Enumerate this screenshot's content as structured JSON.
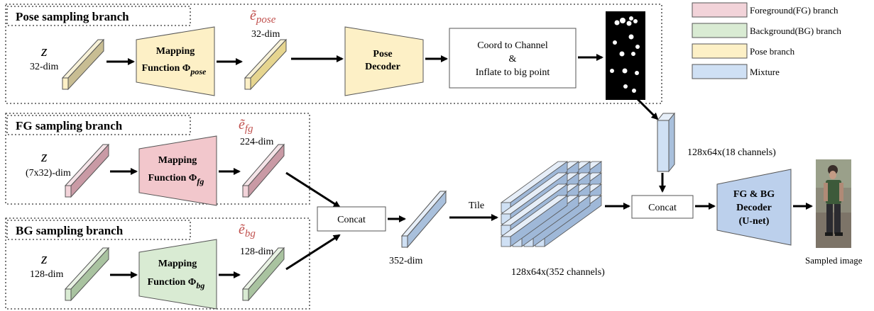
{
  "colors": {
    "fg": "#f2d3d9",
    "bg": "#d9ebd3",
    "pose": "#fdf0c6",
    "mixture": "#cfe0f4",
    "latent_color": "#e8e0c2",
    "var_red": "#c0504d"
  },
  "legend": [
    {
      "label": "Foreground(FG) branch",
      "color": "#f2d3d9"
    },
    {
      "label": "Background(BG) branch",
      "color": "#d9ebd3"
    },
    {
      "label": "Pose branch",
      "color": "#fdf0c6"
    },
    {
      "label": "Mixture",
      "color": "#cfe0f4"
    }
  ],
  "pose_branch": {
    "title": "Pose sampling branch",
    "z_symbol": "z",
    "z_dim": "32-dim",
    "mapping_line1": "Mapping",
    "mapping_line2": "Function Φ",
    "mapping_sub": "pose",
    "e_symbol": "ẽ",
    "e_sub": "pose",
    "e_dim": "32-dim",
    "decoder_line1": "Pose",
    "decoder_line2": "Decoder",
    "coord_line1": "Coord to Channel",
    "coord_line2": "&",
    "coord_line3": "Inflate to big point"
  },
  "fg_branch": {
    "title": "FG sampling branch",
    "z_symbol": "z",
    "z_dim": "(7x32)-dim",
    "mapping_line1": "Mapping",
    "mapping_line2": "Function Φ",
    "mapping_sub": "fg",
    "e_symbol": "ẽ",
    "e_sub": "fg",
    "e_dim": "224-dim"
  },
  "bg_branch": {
    "title": "BG sampling branch",
    "z_symbol": "z",
    "z_dim": "128-dim",
    "mapping_line1": "Mapping",
    "mapping_line2": "Function Φ",
    "mapping_sub": "bg",
    "e_symbol": "ẽ",
    "e_sub": "bg",
    "e_dim": "128-dim"
  },
  "mixture": {
    "concat1": "Concat",
    "concat_dim": "352-dim",
    "tile_label": "Tile",
    "tensor_label": "128x64x(352 channels)",
    "pose_tensor_label": "128x64x(18 channels)",
    "concat2": "Concat",
    "decoder_line1": "FG & BG",
    "decoder_line2": "Decoder",
    "decoder_line3": "(U-net)",
    "output_label": "Sampled image"
  }
}
